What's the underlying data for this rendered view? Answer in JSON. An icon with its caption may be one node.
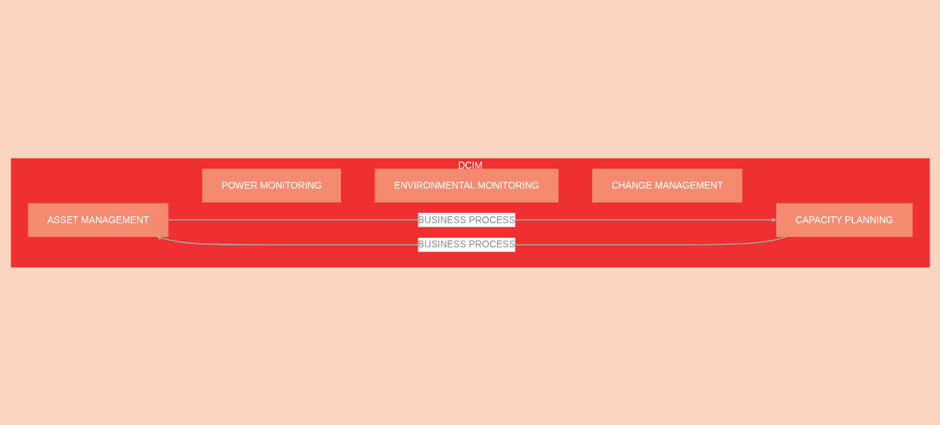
{
  "diagram": {
    "nodes": [
      {
        "text": [
          "DCIM"
        ]
      },
      {
        "text": [
          "ASSET MANAGEMENT"
        ],
        "in": 0
      },
      {
        "text": [
          "POWER MONITORING"
        ],
        "in": 0
      },
      {
        "text": [
          "ENVIRONMENTAL MONITORING"
        ],
        "in": 0
      },
      {
        "text": [
          "CHANGE MANAGEMENT"
        ],
        "in": 0
      },
      {
        "text": [
          "CAPACITY PLANNING"
        ],
        "in": 0
      }
    ],
    "edges": [
      {
        "from": 1,
        "to": 5,
        "arrow": "to",
        "label": "BUSINESS PROCESS"
      },
      {
        "from": 5,
        "to": 1,
        "arrow": "to",
        "label": "BUSINESS PROCESS"
      }
    ]
  }
}
